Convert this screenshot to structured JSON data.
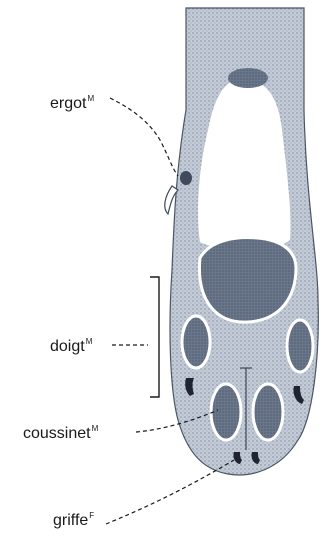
{
  "labels": {
    "ergot": {
      "word": "ergot",
      "gender": "M"
    },
    "doigt": {
      "word": "doigt",
      "gender": "M"
    },
    "coussinet": {
      "word": "coussinet",
      "gender": "M"
    },
    "griffe": {
      "word": "griffe",
      "gender": "F"
    }
  },
  "colors": {
    "ink": "#1a1a1a",
    "fur": "#b9c2cf",
    "fur_dark": "#6f7c8e",
    "pad": "#5d6b80",
    "background": "#ffffff"
  }
}
